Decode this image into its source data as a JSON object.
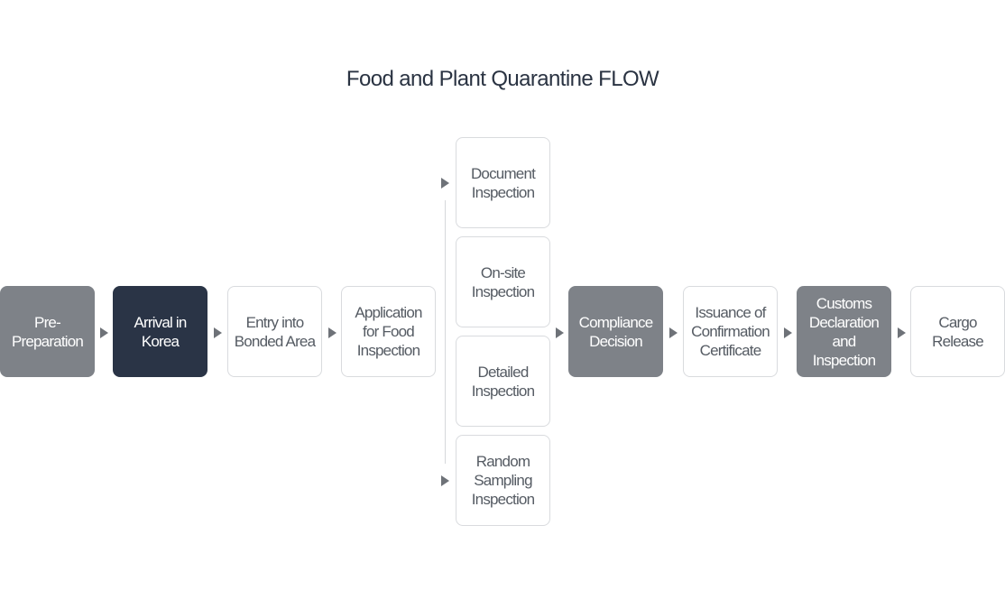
{
  "title": "Food and Plant Quarantine FLOW",
  "colors": {
    "dark_step": "#2a3446",
    "gray_step": "#7e8288",
    "white_step_border": "#d9dbde",
    "arrow": "#6e7278",
    "title_text": "#2a3342"
  },
  "steps": {
    "pre_preparation": "Pre-\nPreparation",
    "arrival": "Arrival in\nKorea",
    "bonded_area": "Entry into\nBonded Area",
    "application": "Application\nfor Food\nInspection",
    "compliance": "Compliance\nDecision",
    "issuance": "Issuance of\nConfirmation\nCertificate",
    "customs": "Customs\nDeclaration\nand\nInspection",
    "cargo_release": "Cargo\nRelease"
  },
  "inspections": {
    "document": "Document\nInspection",
    "onsite": "On-site\nInspection",
    "detailed": "Detailed\nInspection",
    "random": "Random\nSampling\nInspection"
  }
}
